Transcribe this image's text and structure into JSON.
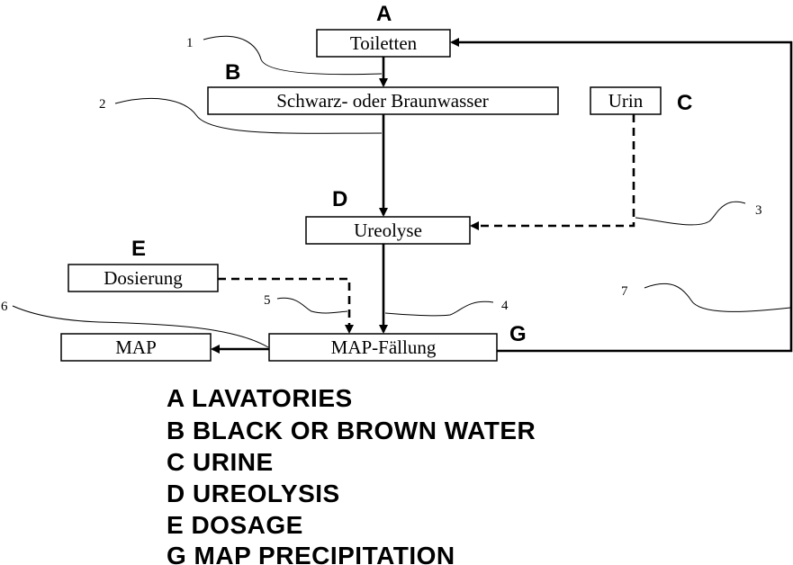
{
  "boxes": {
    "toiletten": "Toiletten",
    "schwarzwasser": "Schwarz- oder Braunwasser",
    "urin": "Urin",
    "ureolyse": "Ureolyse",
    "dosierung": "Dosierung",
    "map_faellung": "MAP-Fällung",
    "map": "MAP"
  },
  "letters": {
    "a": "A",
    "b": "B",
    "c": "C",
    "d": "D",
    "e": "E",
    "g": "G"
  },
  "callouts": {
    "n1": "1",
    "n2": "2",
    "n3": "3",
    "n4": "4",
    "n5": "5",
    "n6": "6",
    "n7": "7"
  },
  "legend": [
    "A LAVATORIES",
    "B BLACK OR BROWN WATER",
    "C URINE",
    "D UREOLYSIS",
    "E DOSAGE",
    "G MAP PRECIPITATION"
  ]
}
